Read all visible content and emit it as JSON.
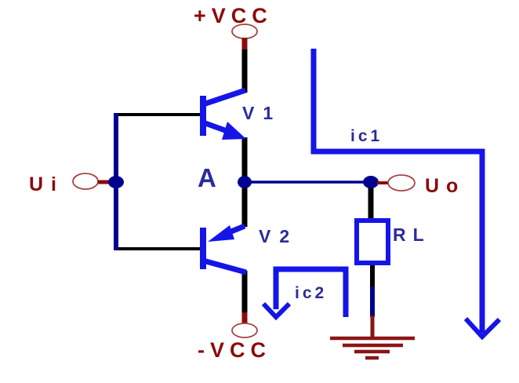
{
  "diagram": {
    "kind": "push-pull complementary emitter-follower output stage schematic",
    "background": "#ffffff"
  },
  "labels": {
    "supply_positive": "+VCC",
    "supply_negative": "-VCC",
    "input": "Ui",
    "output": "Uo",
    "node_a": "A",
    "transistor_v1": "V1",
    "transistor_v2": "V2",
    "load_resistor": "RL",
    "collector_current_1": "ic1",
    "collector_current_2": "ic2"
  },
  "colors": {
    "supply_label_red": "#8b0b0b",
    "terminal_ring_red": "#a34444",
    "component_blue": "#1515e8",
    "annotation_navy": "#2b2b9b",
    "wire_navy": "#000090",
    "wire_black": "#000000",
    "ground_dark_red": "#8b1515"
  },
  "components": [
    {
      "ref": "V1",
      "type": "npn-transistor"
    },
    {
      "ref": "V2",
      "type": "pnp-transistor"
    },
    {
      "ref": "RL",
      "type": "load-resistor"
    },
    {
      "ref": "Ui",
      "type": "input-terminal"
    },
    {
      "ref": "Uo",
      "type": "output-terminal"
    },
    {
      "ref": "+VCC",
      "type": "positive-supply-terminal"
    },
    {
      "ref": "-VCC",
      "type": "negative-supply-terminal"
    },
    {
      "ref": "ic1",
      "type": "current-direction-arrow"
    },
    {
      "ref": "ic2",
      "type": "current-direction-arrow"
    },
    {
      "type": "ground-symbol"
    }
  ]
}
